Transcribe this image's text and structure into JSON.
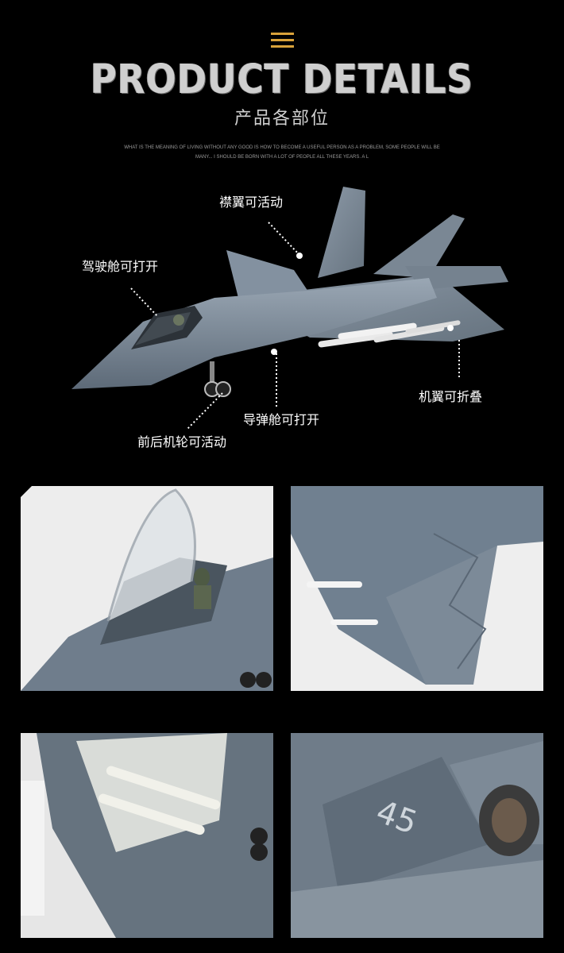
{
  "header": {
    "menu_icon": "hamburger-icon",
    "title": "PRODUCT DETAILS",
    "subtitle": "产品各部位",
    "tagline_line1": "WHAT IS THE MEANING OF LIVING WITHOUT ANY GOOD IS HOW TO BECOME A USEFUL PERSON AS A PROBLEM, SOME PEOPLE WILL BE",
    "tagline_line2": "MANY... I SHOULD BE BORN WITH A LOT OF PEOPLE ALL THESE YEARS. A L"
  },
  "callouts": {
    "flaps": "襟翼可活动",
    "cockpit": "驾驶舱可打开",
    "wings": "机翼可折叠",
    "bay": "导弹舱可打开",
    "gear": "前后机轮可活动"
  },
  "colors": {
    "accent": "#d9a23a",
    "airframe": "#6f7d8c",
    "background": "#000000"
  }
}
